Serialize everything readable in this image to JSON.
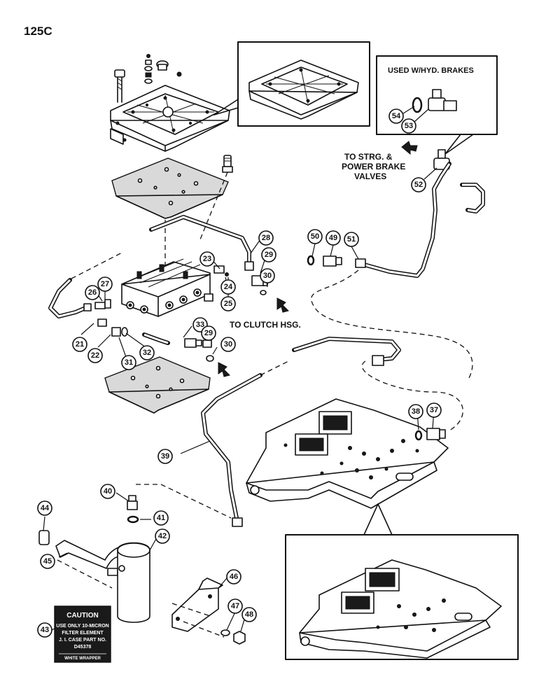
{
  "page_number": "125C",
  "labels": {
    "hyd_brakes": "USED W/HYD. BRAKES",
    "strg_line1": "TO STRG. &",
    "strg_line2": "POWER BRAKE",
    "strg_line3": "VALVES",
    "clutch": "TO CLUTCH HSG."
  },
  "caution_decal": {
    "title": "CAUTION",
    "line1": "USE ONLY 10-MICRON",
    "line2": "FILTER ELEMENT",
    "line3": "J. I. CASE PART NO.",
    "line4": "D45378",
    "footer": "WHITE WRAPPER"
  },
  "callouts": {
    "c21": "21",
    "c22": "22",
    "c23": "23",
    "c24": "24",
    "c25": "25",
    "c26": "26",
    "c27": "27",
    "c28": "28",
    "c29a": "29",
    "c29b": "29",
    "c30a": "30",
    "c30b": "30",
    "c31": "31",
    "c32": "32",
    "c33": "33",
    "c37": "37",
    "c38": "38",
    "c39": "39",
    "c40": "40",
    "c41": "41",
    "c42": "42",
    "c43": "43",
    "c44": "44",
    "c45": "45",
    "c46": "46",
    "c47": "47",
    "c48": "48",
    "c49": "49",
    "c50": "50",
    "c51": "51",
    "c52": "52",
    "c53": "53",
    "c54": "54"
  }
}
